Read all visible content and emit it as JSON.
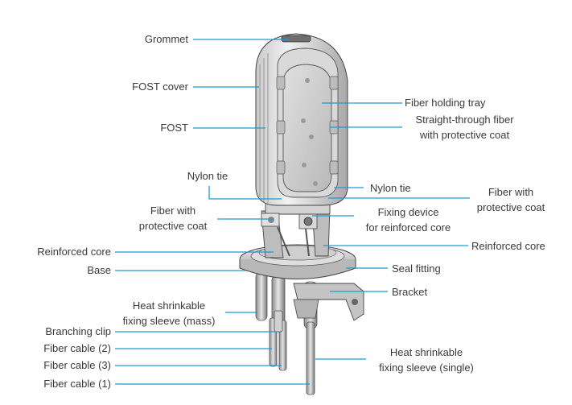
{
  "diagram": {
    "leader_color": "#1d9bd2",
    "labels": {
      "grommet": "Grommet",
      "fost_cover": "FOST cover",
      "fost": "FOST",
      "nylon_tie_left": "Nylon tie",
      "fiber_coat_left_1": "Fiber with",
      "fiber_coat_left_2": "protective coat",
      "reinforced_core_left": "Reinforced core",
      "base": "Base",
      "heat_sleeve_mass_1": "Heat shrinkable",
      "heat_sleeve_mass_2": "fixing sleeve (mass)",
      "branching_clip": "Branching clip",
      "fiber_cable_2": "Fiber cable (2)",
      "fiber_cable_3": "Fiber cable (3)",
      "fiber_cable_1": "Fiber cable (1)",
      "fiber_holding_tray": "Fiber holding tray",
      "straight_fiber_1": "Straight-through fiber",
      "straight_fiber_2": "with protective coat",
      "nylon_tie_right": "Nylon tie",
      "fiber_coat_right_1": "Fiber with",
      "fiber_coat_right_2": "protective coat",
      "fixing_device_1": "Fixing device",
      "fixing_device_2": "for reinforced core",
      "reinforced_core_right": "Reinforced core",
      "seal_fitting": "Seal fitting",
      "bracket": "Bracket",
      "heat_sleeve_single_1": "Heat shrinkable",
      "heat_sleeve_single_2": "fixing sleeve (single)"
    }
  }
}
